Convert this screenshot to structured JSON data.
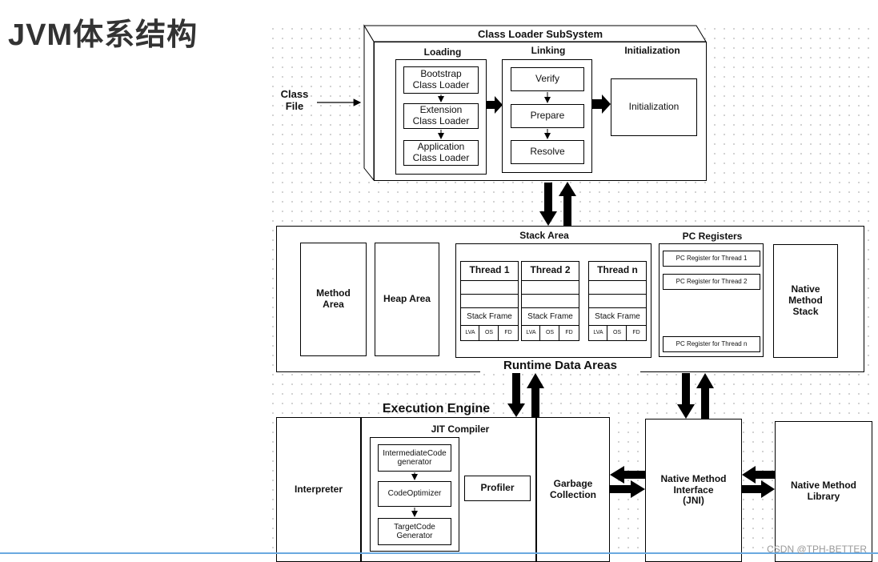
{
  "title": "JVM体系结构",
  "class_file": "Class\nFile",
  "class_loader": {
    "title": "Class Loader SubSystem",
    "loading": "Loading",
    "linking": "Linking",
    "initialization_title": "Initialization",
    "loaders": [
      "Bootstrap\nClass Loader",
      "Extension\nClass Loader",
      "Application\nClass Loader"
    ],
    "linking_steps": [
      "Verify",
      "Prepare",
      "Resolve"
    ],
    "initialization_box": "Initialization"
  },
  "runtime": {
    "title": "Runtime Data Areas",
    "method_area": "Method\nArea",
    "heap_area": "Heap Area",
    "stack_area": "Stack Area",
    "threads": [
      "Thread 1",
      "Thread 2",
      "Thread n"
    ],
    "stack_frame": "Stack Frame",
    "frame_parts": [
      "LVA",
      "OS",
      "FD"
    ],
    "pc_registers": "PC Registers",
    "pc_items": [
      "PC Register for Thread 1",
      "PC Register for Thread 2",
      "PC Register for Thread n"
    ],
    "native_method_stack": "Native\nMethod\nStack"
  },
  "execution": {
    "title": "Execution Engine",
    "interpreter": "Interpreter",
    "jit": "JIT Compiler",
    "jit_steps": [
      "IntermediateCode\ngenerator",
      "CodeOptimizer",
      "TargetCode\nGenerator"
    ],
    "profiler": "Profiler",
    "gc": "Garbage\nCollection",
    "jni": "Native Method\nInterface\n(JNI)",
    "native_lib": "Native Method\nLibrary"
  },
  "watermark": "CSDN @TPH-BETTER"
}
